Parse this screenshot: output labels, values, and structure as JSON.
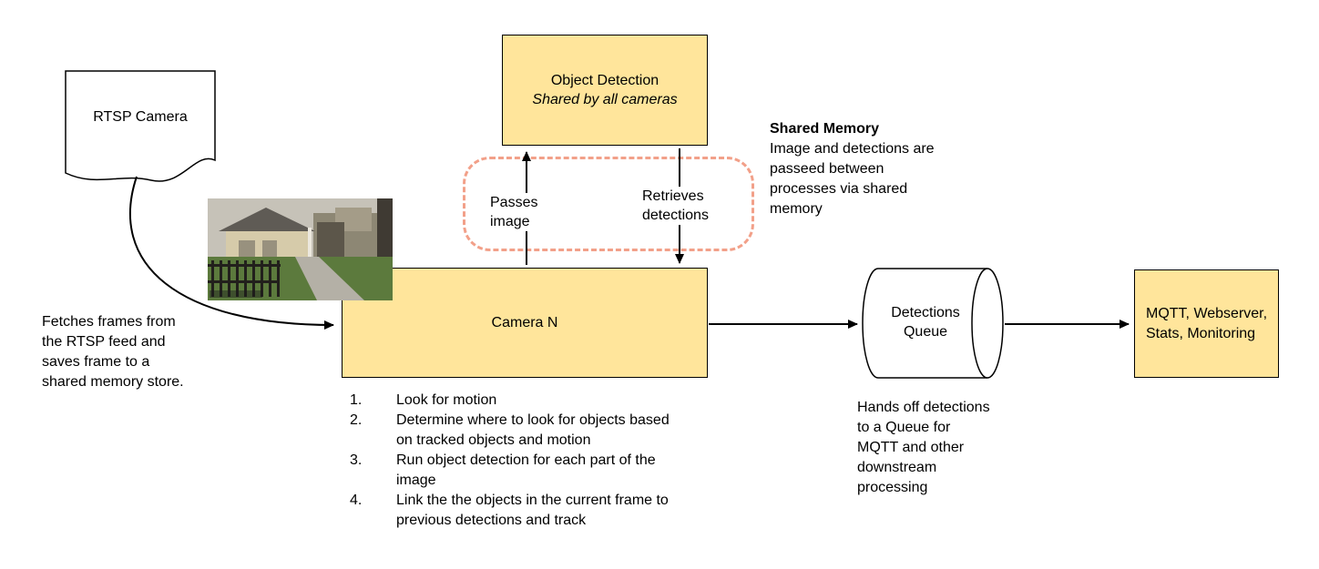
{
  "colors": {
    "box_fill": "#FFE59B",
    "box_border": "#000000",
    "shared_memory_border": "#F2A089",
    "arrow": "#000000"
  },
  "rtsp_camera": {
    "label": "RTSP Camera",
    "note": "Fetches frames from the RTSP feed and saves frame to a shared memory store."
  },
  "object_detection": {
    "title": "Object Detection",
    "subtitle": "Shared by all cameras"
  },
  "shared_memory": {
    "passes_label": "Passes image",
    "retrieves_label": "Retrieves detections",
    "title": "Shared Memory",
    "description": "Image and detections are passeed between processes via shared memory"
  },
  "camera": {
    "label": "Camera N",
    "steps": [
      {
        "num": "1.",
        "text": "Look for motion"
      },
      {
        "num": "2.",
        "text": "Determine where to look for objects based on tracked objects and motion"
      },
      {
        "num": "3.",
        "text": "Run object detection for each part of the image"
      },
      {
        "num": "4.",
        "text": "Link the the objects in the current frame to previous detections and track"
      }
    ]
  },
  "detections_queue": {
    "label": "Detections Queue",
    "note": "Hands off detections to a Queue for MQTT and other downstream processing"
  },
  "outputs": {
    "label": "MQTT, Webserver, Stats, Monitoring"
  }
}
